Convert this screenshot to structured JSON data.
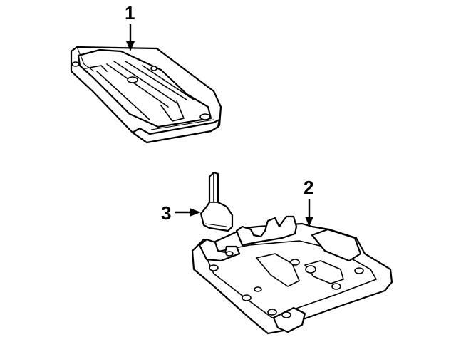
{
  "diagram": {
    "callouts": [
      {
        "label": "1",
        "part": "upper-cover-plate"
      },
      {
        "label": "2",
        "part": "lower-tray"
      },
      {
        "label": "3",
        "part": "clip"
      }
    ]
  },
  "colors": {
    "line": "#000000",
    "background": "#ffffff"
  }
}
